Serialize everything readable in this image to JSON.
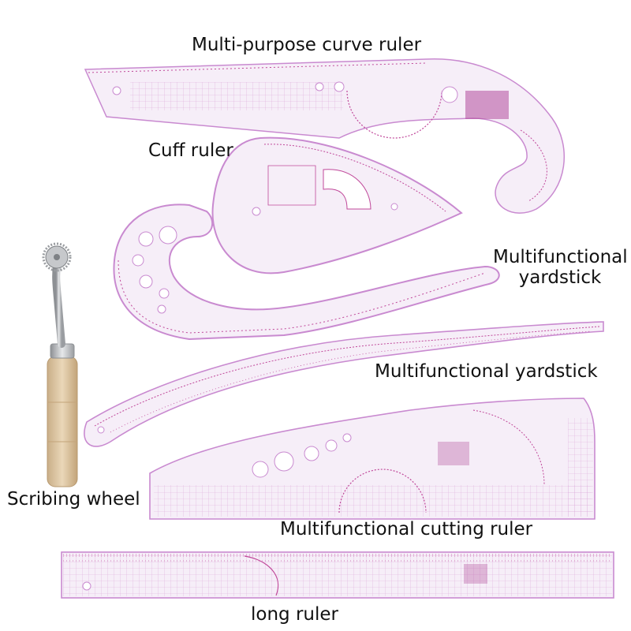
{
  "colors": {
    "background": "#ffffff",
    "ruler_fill": "#f6eef8",
    "ruler_edge": "#c98ad0",
    "marking": "#c0489a",
    "label_text": "#111111",
    "wood": "#dcc6a4",
    "steel": "#b9bcc0"
  },
  "labels": {
    "multi_purpose_curve_ruler": "Multi-purpose curve ruler",
    "cuff_ruler": "Cuff ruler",
    "multifunctional_yardstick_1": "Multifunctional yardstick",
    "multifunctional_yardstick_2": "Multifunctional yardstick",
    "scribing_wheel": "Scribing wheel",
    "multifunctional_cutting_ruler": "Multifunctional cutting ruler",
    "long_ruler": "long ruler"
  }
}
